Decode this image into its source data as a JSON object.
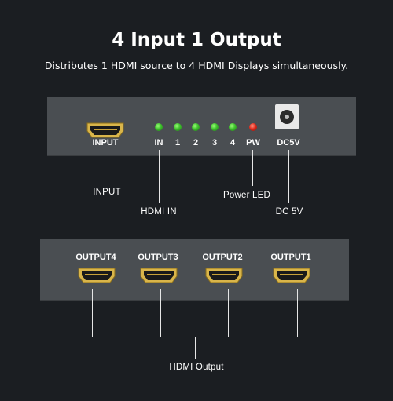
{
  "header": {
    "title": "4 Input 1 Output",
    "subtitle": "Distributes 1 HDMI source to 4 HDMI Displays simultaneously."
  },
  "front_panel": {
    "input_label": "INPUT",
    "leds": [
      {
        "label": "IN",
        "color": "#3fc12d"
      },
      {
        "label": "1",
        "color": "#3fc12d"
      },
      {
        "label": "2",
        "color": "#3fc12d"
      },
      {
        "label": "3",
        "color": "#3fc12d"
      },
      {
        "label": "4",
        "color": "#3fc12d"
      },
      {
        "label": "PW",
        "color": "#e02a1c"
      }
    ],
    "dc_label": "DC5V"
  },
  "callouts_top": {
    "input": "INPUT",
    "hdmi_in": "HDMI IN",
    "power_led": "Power LED",
    "dc": "DC 5V"
  },
  "back_panel": {
    "outputs": [
      "OUTPUT4",
      "OUTPUT3",
      "OUTPUT2",
      "OUTPUT1"
    ]
  },
  "callouts_bottom": {
    "hdmi_output": "HDMI Output"
  },
  "colors": {
    "background": "#1b1e22",
    "panel": "#4a4e52",
    "port_gold": "#d9b54a"
  },
  "icons": {
    "hdmi_port": "hdmi-port-icon",
    "dc_jack": "dc-jack-icon"
  }
}
